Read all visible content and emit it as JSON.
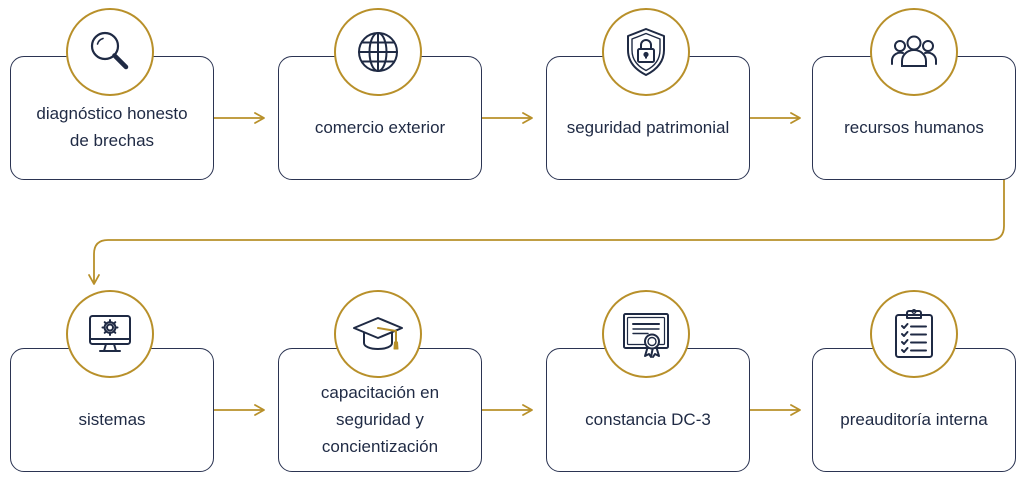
{
  "colors": {
    "accent": "#b8902a",
    "box_border": "#2b3452",
    "icon_stroke": "#1f2a44",
    "text": "#1f2a44",
    "background": "#ffffff"
  },
  "steps": [
    {
      "label": "diagnóstico honesto\nde brechas",
      "icon": "magnifier-icon"
    },
    {
      "label": "comercio exterior",
      "icon": "globe-icon"
    },
    {
      "label": "seguridad patrimonial",
      "icon": "shield-lock-icon"
    },
    {
      "label": "recursos humanos",
      "icon": "people-group-icon"
    },
    {
      "label": "sistemas",
      "icon": "monitor-gear-icon"
    },
    {
      "label": "capacitación en\nseguridad y\nconcientización",
      "icon": "graduation-cap-icon"
    },
    {
      "label": "constancia DC-3",
      "icon": "certificate-icon"
    },
    {
      "label": "preauditoría interna",
      "icon": "clipboard-checklist-icon"
    }
  ]
}
